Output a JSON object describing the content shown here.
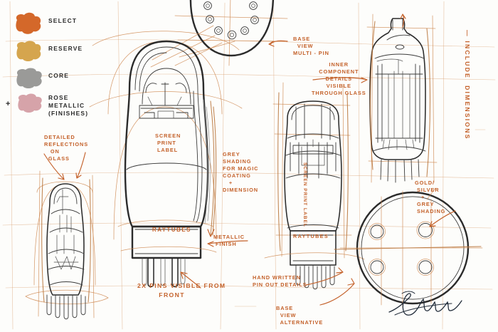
{
  "sheet": {
    "title": "Vacuum tube product illustration concept sheet",
    "paper_color": "#fdfdfb",
    "ink_color": "#2b2b2b",
    "annotation_color": "#c4612a"
  },
  "palette": {
    "plus_symbol": "+",
    "swatches": [
      {
        "name": "select",
        "label": "SELECT",
        "color": "#d4682a"
      },
      {
        "name": "reserve",
        "label": "RESERVE",
        "color": "#d5a54e"
      },
      {
        "name": "core",
        "label": "CORE",
        "color": "#9a9a98"
      },
      {
        "name": "rose-metallic",
        "label": "ROSE\nMETALLIC\n(FINISHES)",
        "color": "#d6a3a9"
      }
    ]
  },
  "annotations": {
    "base_view_multi_pin": "BASE\n  VIEW\nMULTI - PIN",
    "inner_components": "INNER\nCOMPONENT\nDETAILS\nVISIBLE\nTHROUGH GLASS",
    "include_dimensions": "— INCLUDE  DIMENSIONS",
    "detailed_reflections": "DETAILED\nREFLECTIONS\n   ON\n  GLASS",
    "screen_print_label_centre": "SCREEN\n PRINT\n LABEL",
    "screen_print_label_right": "SCREEN PRINT LABEL",
    "grey_shading": "GREY\nSHADING\nFOR MAGIC\nCOATING\n   +\nDIMENSION",
    "metallic_finish": "METALLIC\n FINISH",
    "pins_visible": "2x PINS VISIBLE FROM\n        FRONT",
    "hand_written_pinout": "HAND WRITTEN\nPIN OUT DETAILS",
    "base_view_alternative": "BASE\n  VIEW\n  ALTERNATIVE",
    "gold_silver": "GOLD/\n SILVER\n   +\n GREY\n SHADING",
    "brand_label_centre": "RAYTUBES",
    "brand_label_right": "RAYTUBES"
  },
  "figures": {
    "base_view_top": {
      "name": "base-view-multi-pin",
      "pin_count": 7
    },
    "tube_large_centre": {
      "name": "large-octal-tube"
    },
    "tube_left": {
      "name": "small-noval-tube"
    },
    "tube_centre_right": {
      "name": "medium-tube"
    },
    "tube_top_right": {
      "name": "detailed-cutaway-tube"
    },
    "base_view_alt": {
      "name": "base-view-alternative",
      "pin_count": 4
    }
  },
  "signature": {
    "name": "artist-signature"
  }
}
